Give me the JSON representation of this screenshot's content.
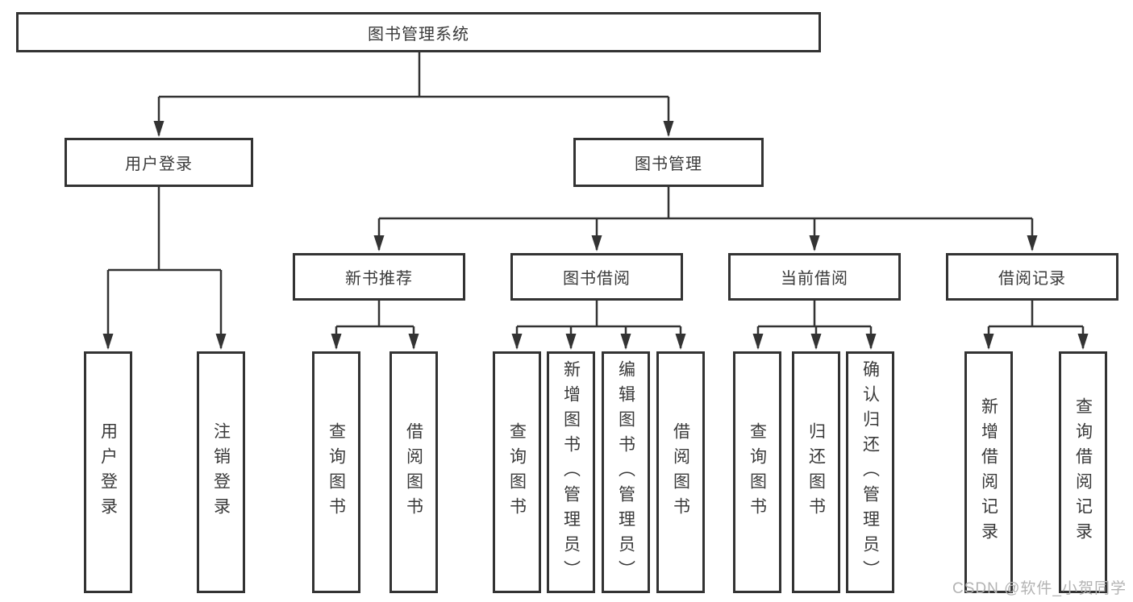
{
  "watermark": "CSDN @软件_小贺同学",
  "colors": {
    "box_border": "#333333",
    "connector_line": "#333333",
    "text": "#3a3a3a",
    "background": "#ffffff",
    "watermark": "#b3b3b3"
  },
  "tree": {
    "label": "图书管理系统",
    "children": [
      {
        "label": "用户登录",
        "children": [
          {
            "label": "用户登录"
          },
          {
            "label": "注销登录"
          }
        ]
      },
      {
        "label": "图书管理",
        "children": [
          {
            "label": "新书推荐",
            "children": [
              {
                "label": "查询图书"
              },
              {
                "label": "借阅图书"
              }
            ]
          },
          {
            "label": "图书借阅",
            "children": [
              {
                "label": "查询图书"
              },
              {
                "label": "新增图书（管理员）"
              },
              {
                "label": "编辑图书（管理员）"
              },
              {
                "label": "借阅图书"
              }
            ]
          },
          {
            "label": "当前借阅",
            "children": [
              {
                "label": "查询图书"
              },
              {
                "label": "归还图书"
              },
              {
                "label": "确认归还（管理员）"
              }
            ]
          },
          {
            "label": "借阅记录",
            "children": [
              {
                "label": "新增借阅记录"
              },
              {
                "label": "查询借阅记录"
              }
            ]
          }
        ]
      }
    ]
  }
}
